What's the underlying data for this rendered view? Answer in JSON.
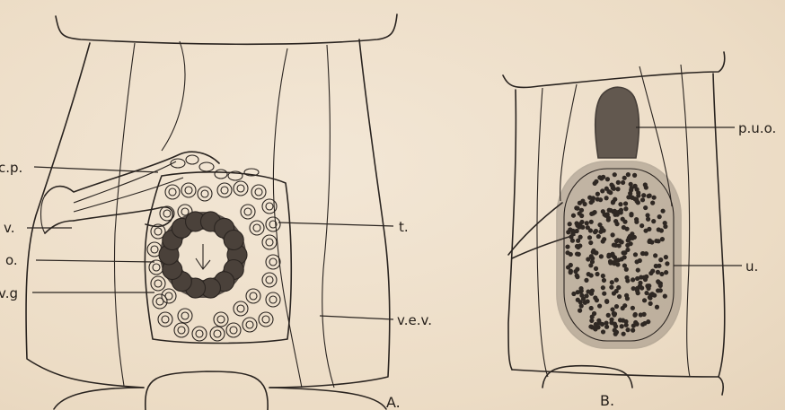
{
  "figure_a": {
    "caption": "A.",
    "labels": {
      "cp": "c.p.",
      "v": "v.",
      "o": "o.",
      "vg": "v.g",
      "t": "t.",
      "vev": "v.e.v."
    }
  },
  "figure_b": {
    "caption": "B.",
    "labels": {
      "puo": "p.u.o.",
      "u": "u."
    }
  },
  "colors": {
    "paper": "#efe2cf",
    "ink": "#2a2420"
  }
}
